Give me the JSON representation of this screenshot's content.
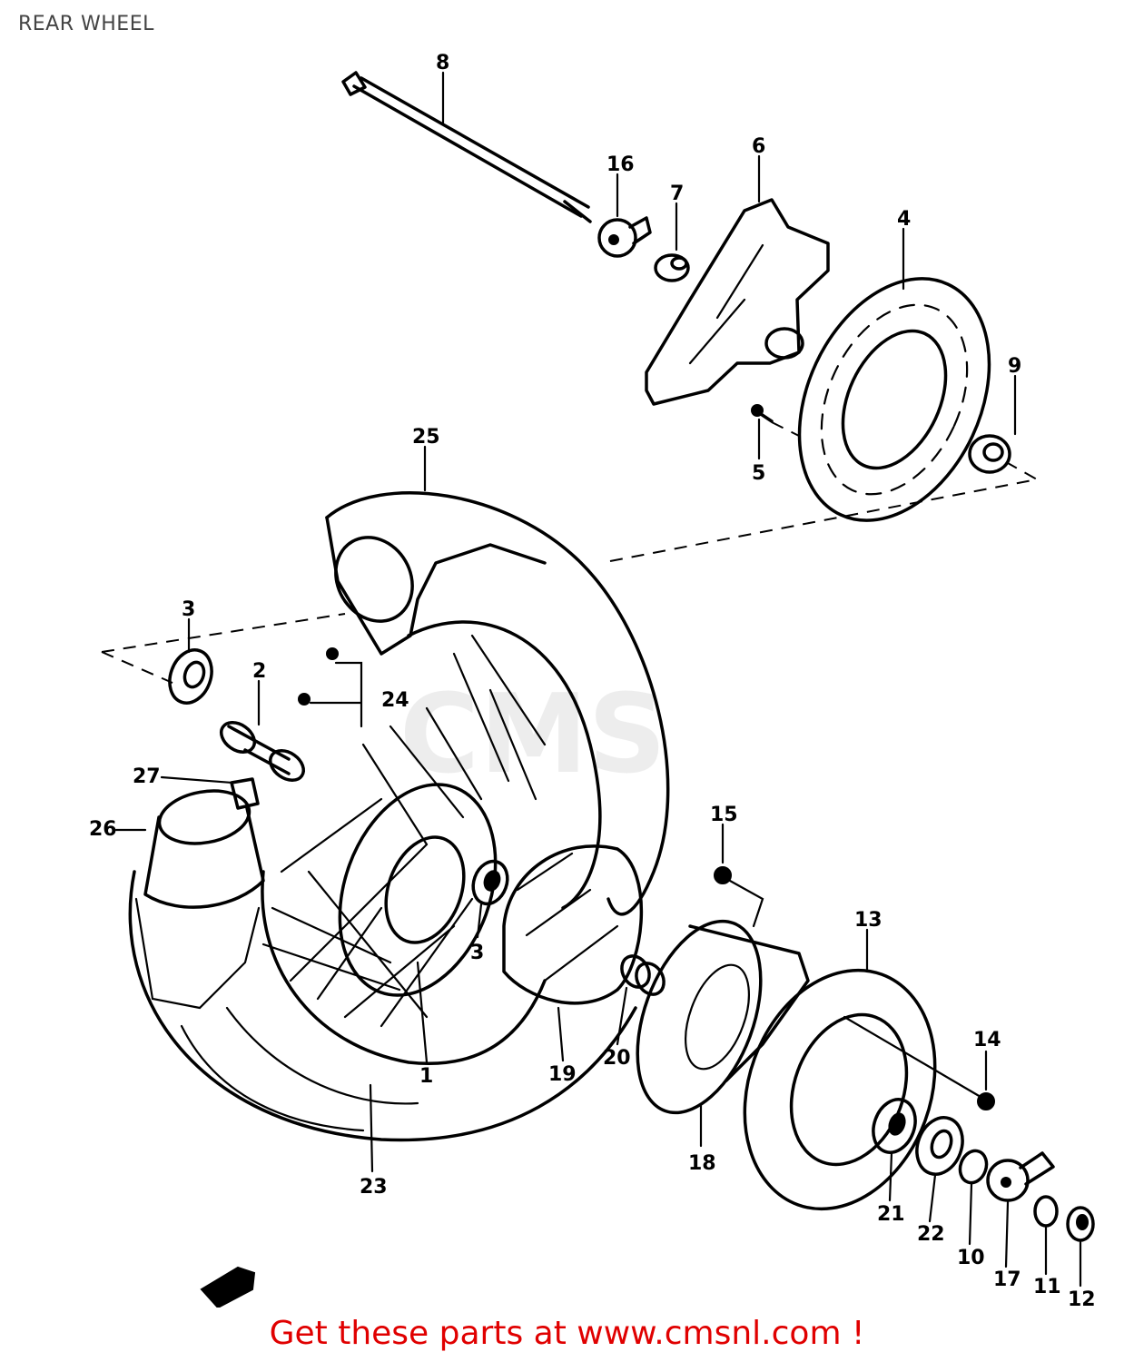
{
  "header": {
    "title": "REAR WHEEL"
  },
  "footer": {
    "link_text": "Get these parts at www.cmsnl.com !"
  },
  "watermark": {
    "text": "CMS"
  },
  "part_labels": [
    "1",
    "2",
    "3",
    "4",
    "5",
    "6",
    "7",
    "8",
    "9",
    "10",
    "11",
    "12",
    "13",
    "14",
    "15",
    "16",
    "17",
    "18",
    "19",
    "20",
    "21",
    "22",
    "23",
    "24",
    "25",
    "26",
    "27"
  ],
  "colors": {
    "line": "#000000",
    "background": "#ffffff",
    "footer_link": "#e00000",
    "title": "#444444"
  }
}
